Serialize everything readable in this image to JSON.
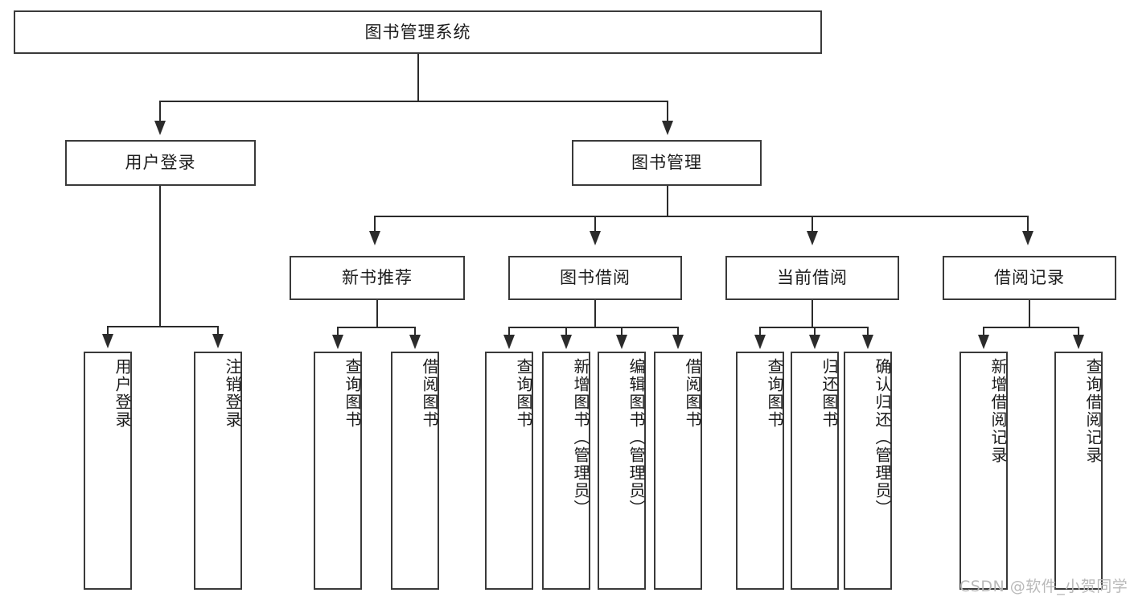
{
  "diagram": {
    "type": "tree-org-chart",
    "title": "图书管理系统",
    "watermark": "CSDN @软件_小贺同学",
    "colors": {
      "background": "#ffffff",
      "box_border": "#3a3a3a",
      "connector": "#2b2b2b",
      "text": "#1b1b1b",
      "watermark": "#b9b9b9"
    },
    "root": {
      "label": "图书管理系统"
    },
    "level2": [
      {
        "id": "user-login",
        "label": "用户登录"
      },
      {
        "id": "book-manage",
        "label": "图书管理"
      }
    ],
    "level3": [
      {
        "id": "new-book-recommend",
        "label": "新书推荐"
      },
      {
        "id": "book-borrow",
        "label": "图书借阅"
      },
      {
        "id": "current-borrow",
        "label": "当前借阅"
      },
      {
        "id": "borrow-record",
        "label": "借阅记录"
      }
    ],
    "leaves": {
      "user_login": [
        {
          "id": "leaf-user-login",
          "label": "用户登录"
        },
        {
          "id": "leaf-logout-login",
          "label": "注销登录"
        }
      ],
      "new_book_recommend": [
        {
          "id": "leaf-query-book-1",
          "label": "查询图书"
        },
        {
          "id": "leaf-borrow-book-1",
          "label": "借阅图书"
        }
      ],
      "book_borrow": [
        {
          "id": "leaf-query-book-2",
          "label": "查询图书"
        },
        {
          "id": "leaf-add-book",
          "label": "新增图书（管理员）"
        },
        {
          "id": "leaf-edit-book",
          "label": "编辑图书（管理员）"
        },
        {
          "id": "leaf-borrow-book-2",
          "label": "借阅图书"
        }
      ],
      "current_borrow": [
        {
          "id": "leaf-query-book-3",
          "label": "查询图书"
        },
        {
          "id": "leaf-return-book",
          "label": "归还图书"
        },
        {
          "id": "leaf-confirm-return",
          "label": "确认归还（管理员）"
        }
      ],
      "borrow_record": [
        {
          "id": "leaf-add-record",
          "label": "新增借阅记录"
        },
        {
          "id": "leaf-query-record",
          "label": "查询借阅记录"
        }
      ]
    }
  }
}
